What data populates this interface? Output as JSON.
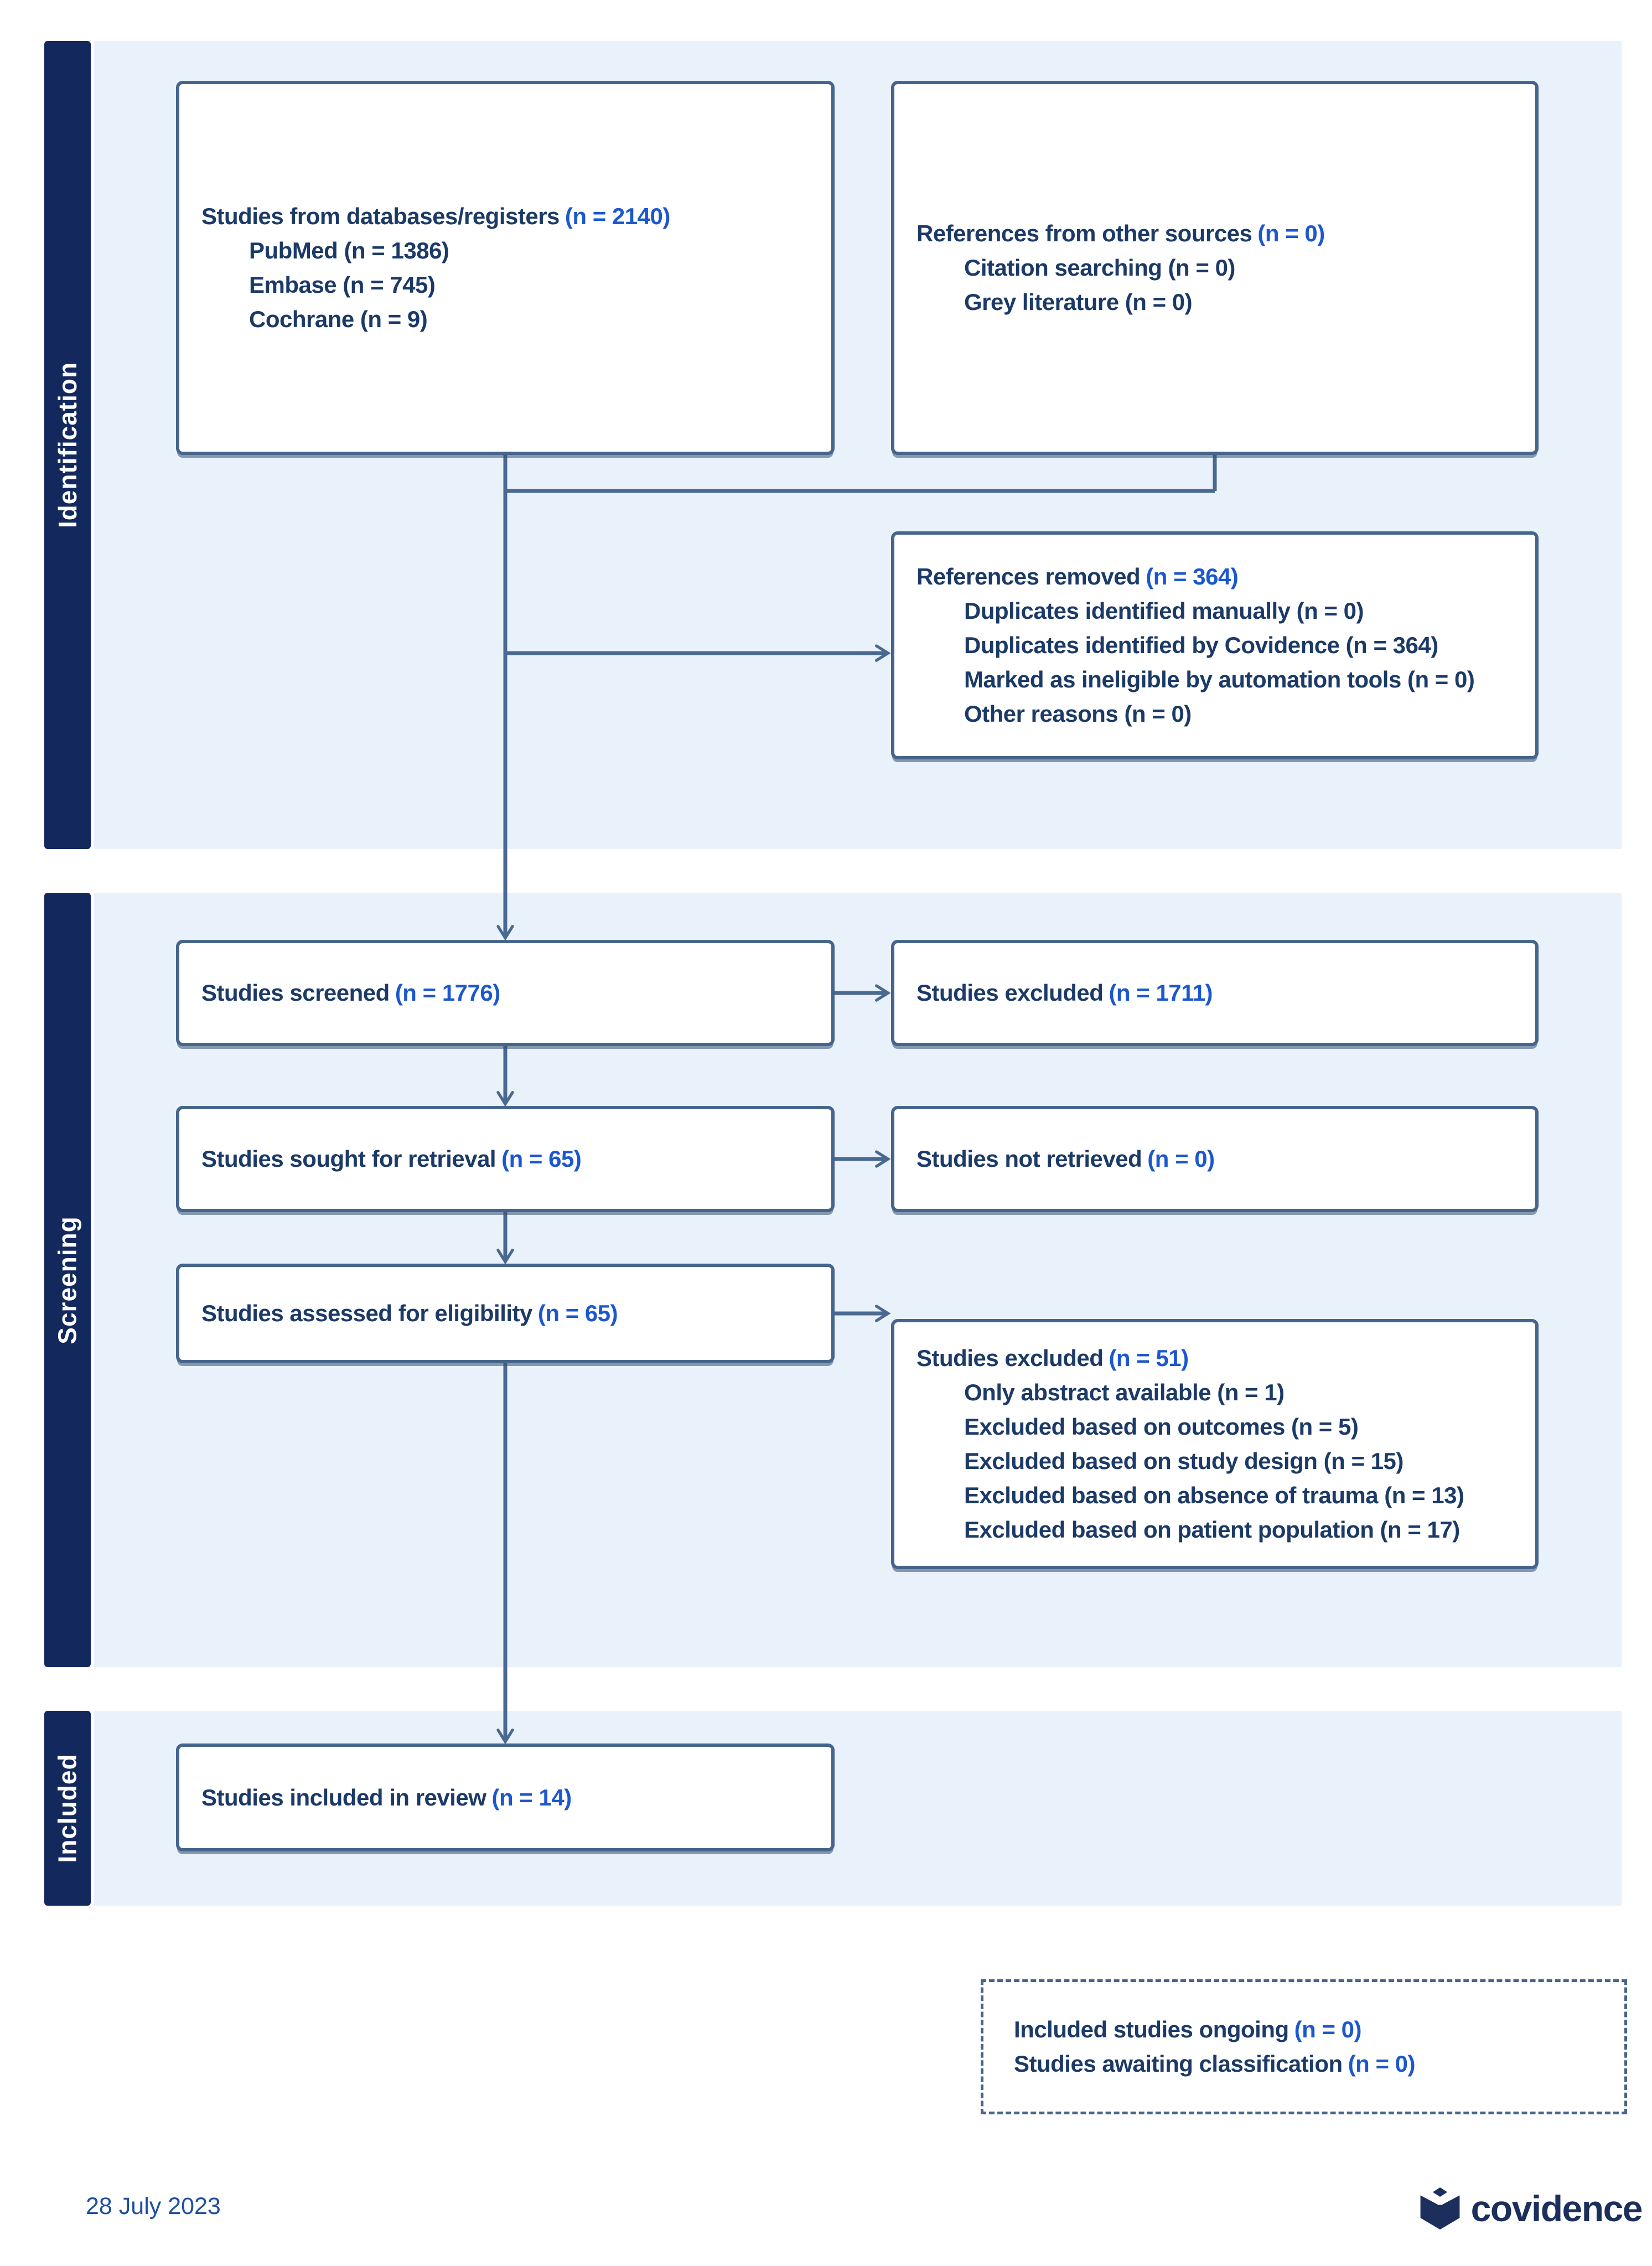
{
  "sections": {
    "identification": "Identification",
    "screening": "Screening",
    "included": "Included"
  },
  "boxes": {
    "sources": {
      "label": "Studies from databases/registers",
      "count": "(n = 2140)",
      "items": [
        "PubMed (n = 1386)",
        "Embase (n = 745)",
        "Cochrane (n = 9)"
      ]
    },
    "other_sources": {
      "label": "References from other sources",
      "count": "(n = 0)",
      "items": [
        "Citation searching (n = 0)",
        "Grey literature (n = 0)"
      ]
    },
    "removed": {
      "label": "References removed",
      "count": "(n = 364)",
      "items": [
        "Duplicates identified manually (n = 0)",
        "Duplicates identified by Covidence (n = 364)",
        "Marked as ineligible by automation tools (n = 0)",
        "Other reasons (n = 0)"
      ]
    },
    "screened": {
      "label": "Studies screened",
      "count": "(n = 1776)"
    },
    "excluded_screening": {
      "label": "Studies excluded",
      "count": "(n = 1711)"
    },
    "sought": {
      "label": "Studies sought for retrieval",
      "count": "(n = 65)"
    },
    "not_retrieved": {
      "label": "Studies not retrieved",
      "count": "(n = 0)"
    },
    "assessed": {
      "label": "Studies assessed for eligibility",
      "count": "(n = 65)"
    },
    "excluded_eligibility": {
      "label": "Studies excluded",
      "count": "(n = 51)",
      "items": [
        "Only abstract available (n = 1)",
        "Excluded based on outcomes (n = 5)",
        "Excluded based on study design (n = 15)",
        "Excluded based on absence of trauma (n = 13)",
        "Excluded based on patient population (n = 17)"
      ]
    },
    "included_review": {
      "label": "Studies included in review",
      "count": "(n = 14)"
    },
    "ongoing": {
      "line1_label": "Included studies ongoing",
      "line1_count": "(n = 0)",
      "line2_label": "Studies awaiting classification",
      "line2_count": "(n = 0)"
    }
  },
  "footer": {
    "date": "28 July 2023",
    "logo_text": "covidence"
  },
  "colors": {
    "bar_navy": "#13295e",
    "band_blue": "#e9f1fb",
    "box_border": "#46658c",
    "connector": "#4a6990",
    "count_blue": "#1c57ce",
    "text_navy": "#1c3a67",
    "date_blue": "#1e4fa0",
    "logo_navy": "#1b2e5c"
  }
}
